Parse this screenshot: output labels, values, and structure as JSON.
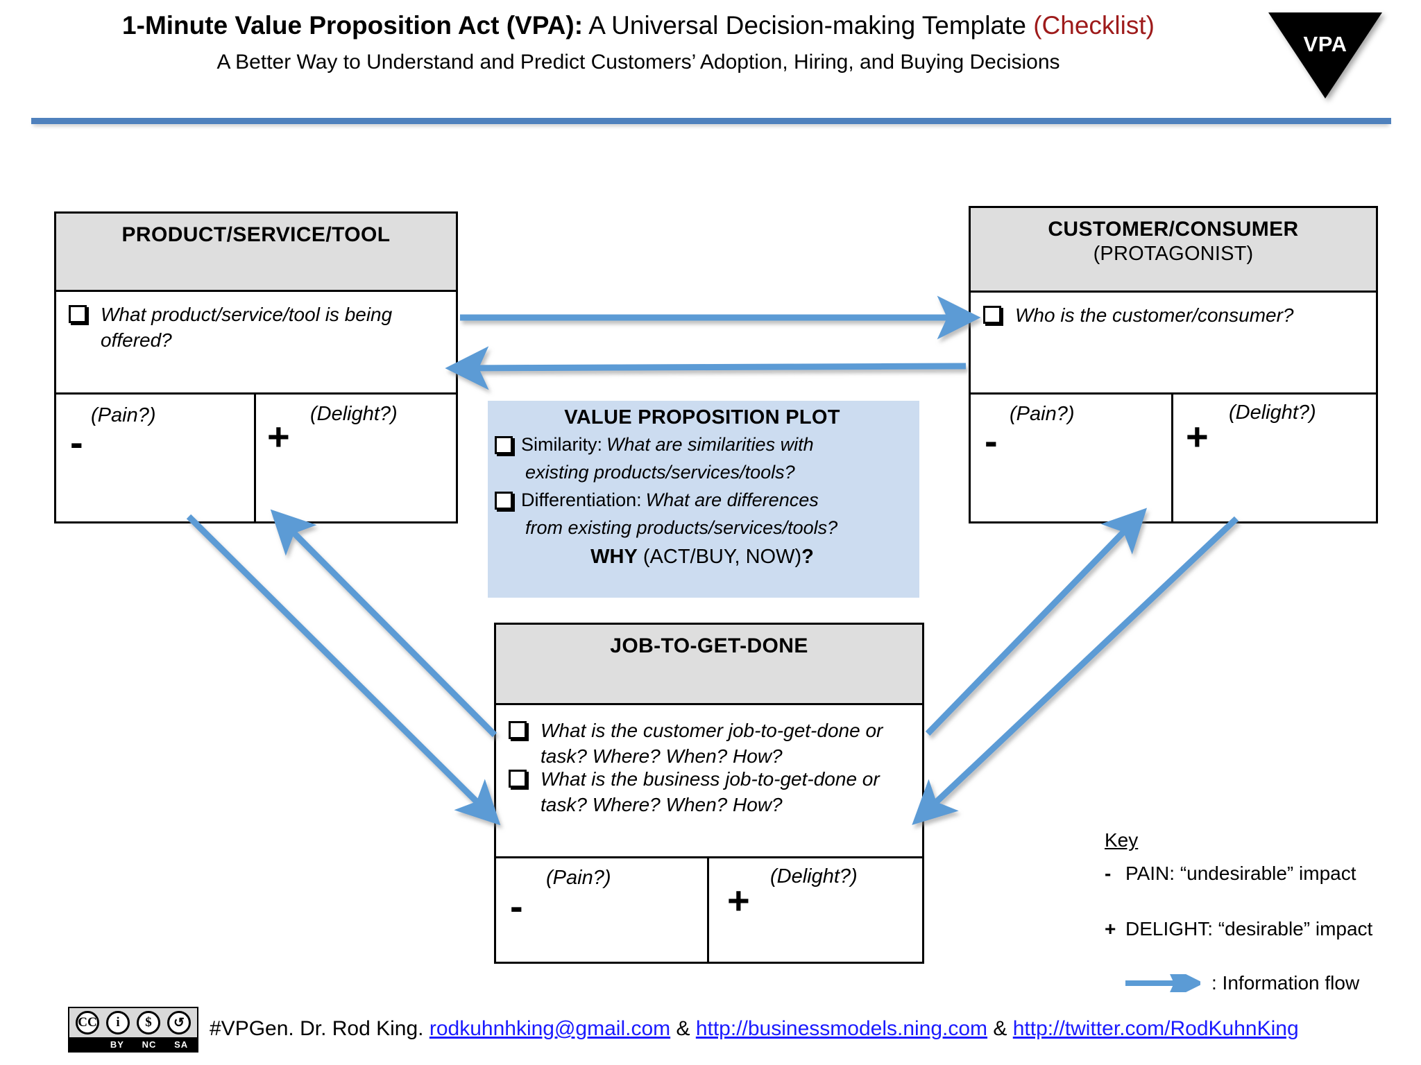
{
  "header": {
    "title_bold": "1-Minute Value Proposition Act (VPA):",
    "title_rest": " A Universal Decision-making Template ",
    "title_checklist": "(Checklist)",
    "subtitle": "A Better Way to Understand and Predict Customers’ Adoption, Hiring, and Buying Decisions",
    "logo_text": "VPA",
    "rule_color": "#4f81bd"
  },
  "product_box": {
    "title": "PRODUCT/SERVICE/TOOL",
    "question": "What product/service/tool is being offered?",
    "pain_sign": "-",
    "pain_label": "(Pain?)",
    "delight_sign": "+",
    "delight_label": "(Delight?)"
  },
  "customer_box": {
    "title": "CUSTOMER/CONSUMER",
    "subtitle": "(PROTAGONIST)",
    "question": "Who is the customer/consumer?",
    "pain_sign": "-",
    "pain_label": "(Pain?)",
    "delight_sign": "+",
    "delight_label": "(Delight?)"
  },
  "job_box": {
    "title": "JOB-TO-GET-DONE",
    "question_1": "What is the customer job-to-get-done or task? Where? When? How?",
    "question_2": "What is the business job-to-get-done or task?  Where? When? How?",
    "pain_sign": "-",
    "pain_label": "(Pain?)",
    "delight_sign": "+",
    "delight_label": "(Delight?)"
  },
  "value_prop_plot": {
    "title": "VALUE PROPOSITION PLOT",
    "item_1_lead": "Similarity:",
    "item_1_question": "What are similarities with",
    "item_1_continued": "existing products/services/tools?",
    "item_2_lead": "Differentiation:",
    "item_2_question": "What are differences",
    "item_2_continued": "from existing products/services/tools?",
    "why_bold": "WHY",
    "why_rest": " (ACT/BUY, NOW)",
    "why_mark": "?",
    "background_color": "#ccdcf0"
  },
  "key": {
    "title": "Key",
    "pain_sign": "-",
    "pain_text": "PAIN: “undesirable” impact",
    "delight_sign": "+",
    "delight_text": "DELIGHT: “desirable” impact",
    "flow_text": ": Information flow",
    "arrow_color": "#4f81bd"
  },
  "footer": {
    "cc_letters": "CC",
    "cc_by": "BY",
    "cc_nc": "NC",
    "cc_sa": "SA",
    "cc_icon_by": "i",
    "cc_icon_nc": "$",
    "cc_icon_sa": "↺",
    "credit": "#VPGen. Dr. Rod King. ",
    "email": "rodkuhnhking@gmail.com",
    "amp_1": " & ",
    "link_site": "http://businessmodels.ning.com",
    "amp_2": " & ",
    "link_twitter": "http://twitter.com/RodKuhnKing",
    "link_color": "#1a1aff"
  }
}
